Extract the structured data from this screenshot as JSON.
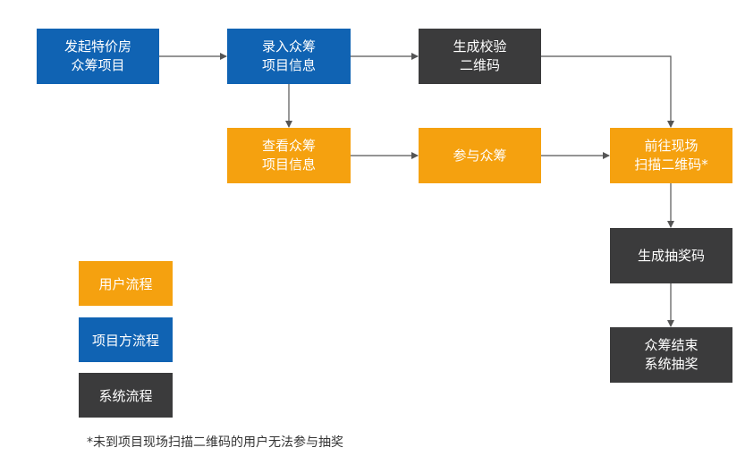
{
  "nodes": {
    "start": "发起特价房\n众筹项目",
    "entry": "录入众筹\n项目信息",
    "qr_generate": "生成校验\n二维码",
    "view": "查看众筹\n项目信息",
    "join": "参与众筹",
    "scan": "前往现场\n扫描二维码*",
    "lottery_code": "生成抽奖码",
    "end": "众筹结束\n系统抽奖"
  },
  "legend": {
    "user": "用户流程",
    "project": "项目方流程",
    "system": "系统流程"
  },
  "footnote": "*未到项目现场扫描二维码的用户无法参与抽奖",
  "colors": {
    "user_flow": "#f5a10f",
    "project_flow": "#1063b3",
    "system_flow": "#3b3b3c",
    "connector": "#555555"
  }
}
